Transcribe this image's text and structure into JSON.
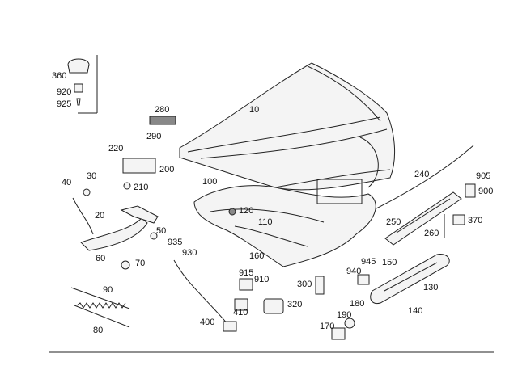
{
  "callouts": {
    "p10": "10",
    "p20": "20",
    "p30": "30",
    "p40": "40",
    "p50": "50",
    "p60": "60",
    "p70": "70",
    "p80": "80",
    "p90": "90",
    "p100": "100",
    "p110": "110",
    "p120": "120",
    "p130": "130",
    "p140": "140",
    "p150": "150",
    "p160": "160",
    "p170": "170",
    "p180": "180",
    "p190": "190",
    "p200": "200",
    "p210": "210",
    "p220": "220",
    "p240": "240",
    "p250": "250",
    "p260": "260",
    "p280": "280",
    "p290": "290",
    "p300": "300",
    "p320": "320",
    "p360": "360",
    "p370": "370",
    "p400": "400",
    "p410": "410",
    "p900": "900",
    "p905": "905",
    "p910": "910",
    "p915": "915",
    "p920": "920",
    "p925": "925",
    "p930": "930",
    "p935": "935",
    "p940": "940",
    "p945": "945"
  }
}
